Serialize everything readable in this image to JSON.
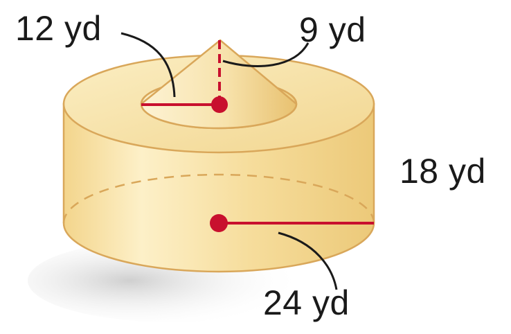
{
  "labels": {
    "cone_radius": "12 yd",
    "cone_height": "9 yd",
    "cylinder_height": "18 yd",
    "cylinder_radius": "24 yd"
  },
  "colors": {
    "solid_fill": "#f6dfa0",
    "solid_highlight": "#fdf2cf",
    "solid_shade": "#e9c474",
    "outline": "#d9a75a",
    "dimension_line": "#c8102e",
    "leader_line": "#1a1a1a",
    "shadow": "#d9d9d9"
  }
}
